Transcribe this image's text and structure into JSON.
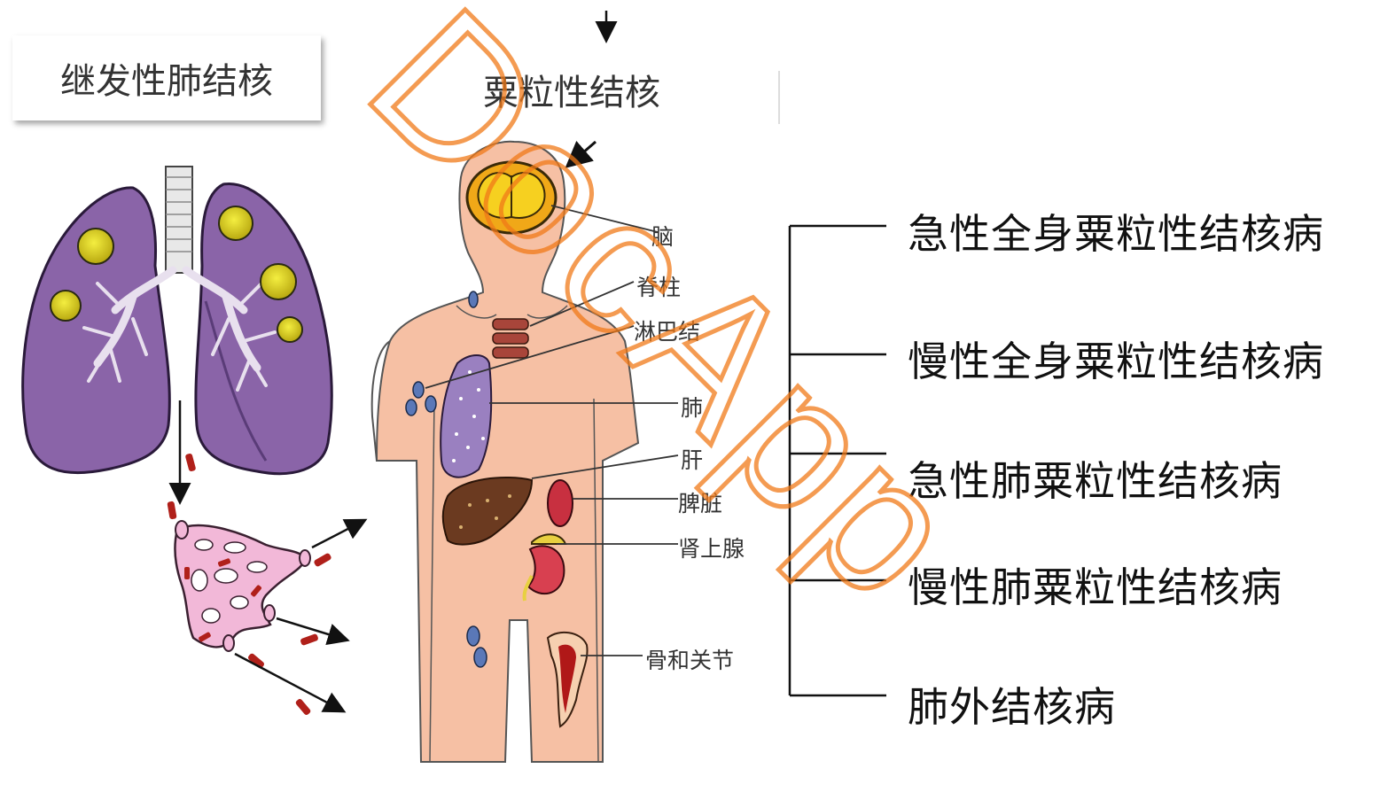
{
  "left_title": "继发性肺结核",
  "center_title": "粟粒性结核",
  "organs": [
    "脑",
    "脊柱",
    "淋巴结",
    "肺",
    "肝",
    "脾脏",
    "肾上腺",
    "骨和关节"
  ],
  "categories": [
    "急性全身粟粒性结核病",
    "慢性全身粟粒性结核病",
    "急性肺粟粒性结核病",
    "慢性肺粟粒性结核病",
    "肺外结核病"
  ],
  "watermark": "DocApp",
  "colors": {
    "lung": "#8a64a8",
    "nodule": "#d8d020",
    "skin": "#f6c0a4",
    "brain": "#f0a818",
    "liver": "#6b3a20",
    "watermark": "#f07a18"
  }
}
